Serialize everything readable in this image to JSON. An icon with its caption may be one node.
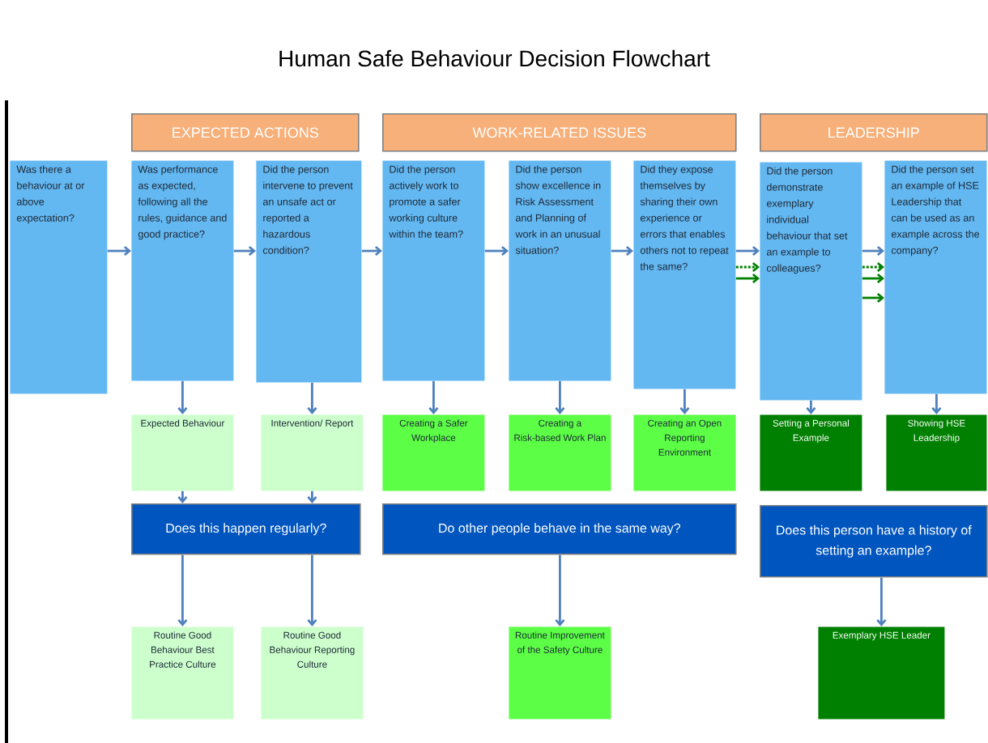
{
  "diagram": {
    "title": "Human Safe Behaviour Decision Flowchart",
    "nodes": [
      {
        "text": [
          "EXPECTED ACTIONS"
        ]
      },
      {
        "text": [
          "WORK-RELATED ISSUES"
        ]
      },
      {
        "text": [
          "LEADERSHIP"
        ]
      },
      {
        "text": [
          "Was there a behaviour at or above expectation?"
        ]
      },
      {
        "text": [
          "Was performance as expected, following all the rules, guidance and good practice?"
        ]
      },
      {
        "text": [
          "Did the person intervene to prevent an unsafe act or reported a hazardous condition?"
        ]
      },
      {
        "text": [
          "Did the person actively work to promote a safer working culture within the team?"
        ]
      },
      {
        "text": [
          "Did the person show excellence in Risk Assessment and Planning of work in an unusual situation?"
        ]
      },
      {
        "text": [
          "Did they expose themselves by sharing their own experience or errors that enables others not to repeat the same?"
        ]
      },
      {
        "text": [
          "Did the person demonstrate exemplary individual behaviour that set an example to colleagues?"
        ]
      },
      {
        "text": [
          "Did the person set an example of HSE Leadership that can be used as an example across the company?"
        ]
      },
      {
        "text": [
          "Expected Behaviour"
        ]
      },
      {
        "text": [
          "Intervention/ Report"
        ]
      },
      {
        "text": [
          "Creating a Safer Workplace"
        ]
      },
      {
        "text": [
          "Creating a Risk-based Work Plan"
        ]
      },
      {
        "text": [
          "Creating an Open Reporting Environment"
        ]
      },
      {
        "text": [
          "Setting a Personal Example"
        ]
      },
      {
        "text": [
          "Showing HSE Leadership"
        ]
      },
      {
        "text": [
          "Does this happen regularly?"
        ]
      },
      {
        "text": [
          "Do other people behave in the same way?"
        ]
      },
      {
        "text": [
          "Does this person have a history of setting an example?"
        ]
      },
      {
        "text": [
          "Routine Good Behaviour Best Practice Culture"
        ]
      },
      {
        "text": [
          "Routine Good Behaviour Reporting Culture"
        ]
      },
      {
        "text": [
          "Routine Improvement of the Safety Culture"
        ]
      },
      {
        "text": [
          "Exemplary  HSE Leader"
        ]
      }
    ],
    "edges": [
      {
        "from": 3,
        "to": 4,
        "arrow": "to"
      },
      {
        "from": 4,
        "to": 5,
        "arrow": "to"
      },
      {
        "from": 5,
        "to": 6,
        "arrow": "to"
      },
      {
        "from": 6,
        "to": 7,
        "arrow": "to"
      },
      {
        "from": 7,
        "to": 8,
        "arrow": "to"
      },
      {
        "from": 8,
        "to": 9,
        "arrow": "to"
      },
      {
        "from": 8,
        "to": 9,
        "arrow": "to",
        "style": "dashed",
        "color": "#008000"
      },
      {
        "from": 8,
        "to": 9,
        "arrow": "to",
        "color": "#008000"
      },
      {
        "from": 9,
        "to": 10,
        "arrow": "to"
      },
      {
        "from": 9,
        "to": 10,
        "arrow": "to",
        "style": "dashed",
        "color": "#008000"
      },
      {
        "from": 9,
        "to": 10,
        "arrow": "to",
        "color": "#008000"
      },
      {
        "from": 9,
        "to": 10,
        "arrow": "to",
        "color": "#008000"
      },
      {
        "from": 4,
        "to": 11,
        "arrow": "to"
      },
      {
        "from": 5,
        "to": 12,
        "arrow": "to"
      },
      {
        "from": 6,
        "to": 13,
        "arrow": "to"
      },
      {
        "from": 7,
        "to": 14,
        "arrow": "to"
      },
      {
        "from": 8,
        "to": 15,
        "arrow": "to"
      },
      {
        "from": 9,
        "to": 16,
        "arrow": "to"
      },
      {
        "from": 10,
        "to": 17,
        "arrow": "to"
      },
      {
        "from": 11,
        "to": 18,
        "arrow": "to"
      },
      {
        "from": 12,
        "to": 18,
        "arrow": "to"
      },
      {
        "from": 18,
        "to": 21,
        "arrow": "to"
      },
      {
        "from": 18,
        "to": 22,
        "arrow": "to"
      },
      {
        "from": 19,
        "to": 23,
        "arrow": "to"
      },
      {
        "from": 20,
        "to": 24,
        "arrow": "to"
      }
    ]
  }
}
